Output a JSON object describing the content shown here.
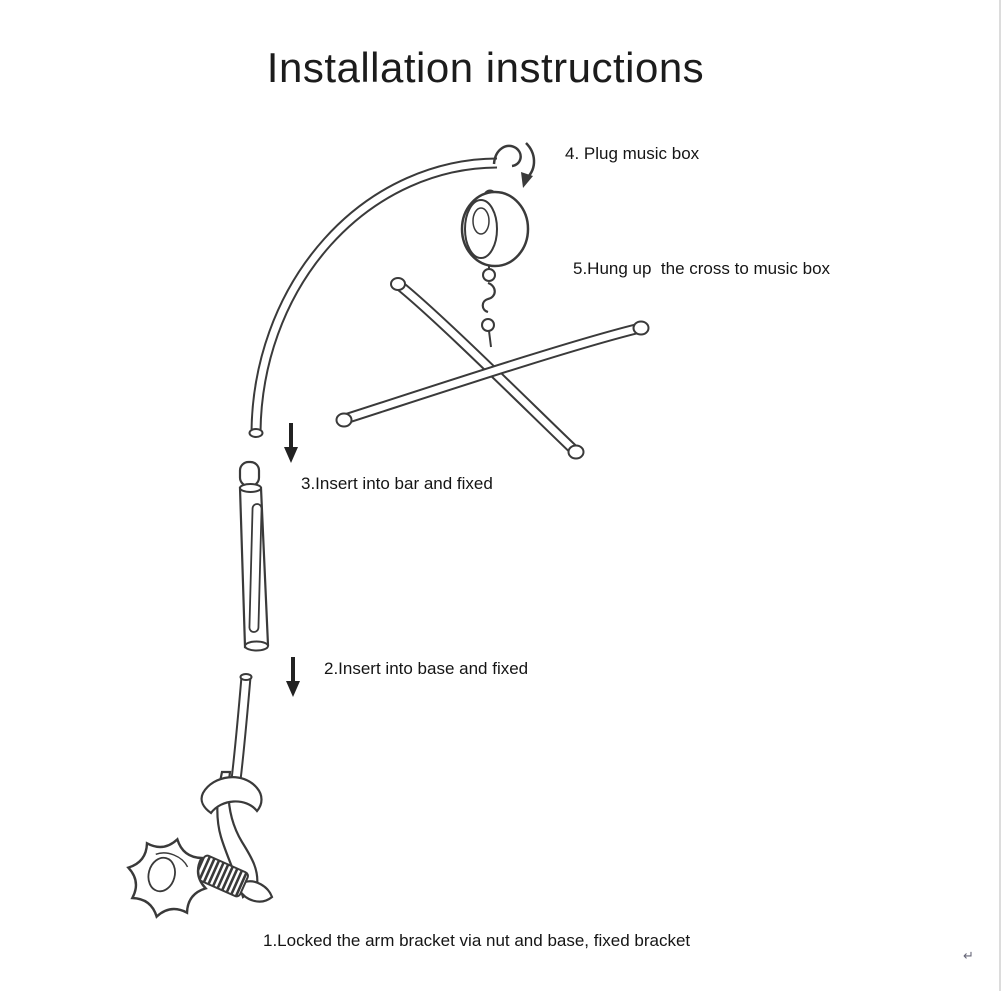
{
  "title": "Installation instructions",
  "steps": {
    "s4": {
      "label": "4. Plug music box"
    },
    "s5": {
      "label": "5.Hung up  the cross to music box"
    },
    "s3": {
      "label": "3.Insert into bar and fixed"
    },
    "s2": {
      "label": "2.Insert into base and fixed"
    },
    "s1": {
      "label": "1.Locked the arm bracket via nut and base, fixed bracket"
    }
  },
  "footer": {
    "return_mark": "↵"
  },
  "icons": {
    "arrow_step3": "down-arrow",
    "arrow_step2": "down-arrow",
    "plug_direction": "curved-down-arrow"
  },
  "colors": {
    "line": "#3a3a3a",
    "text": "#1a1a1a",
    "background": "#ffffff"
  }
}
